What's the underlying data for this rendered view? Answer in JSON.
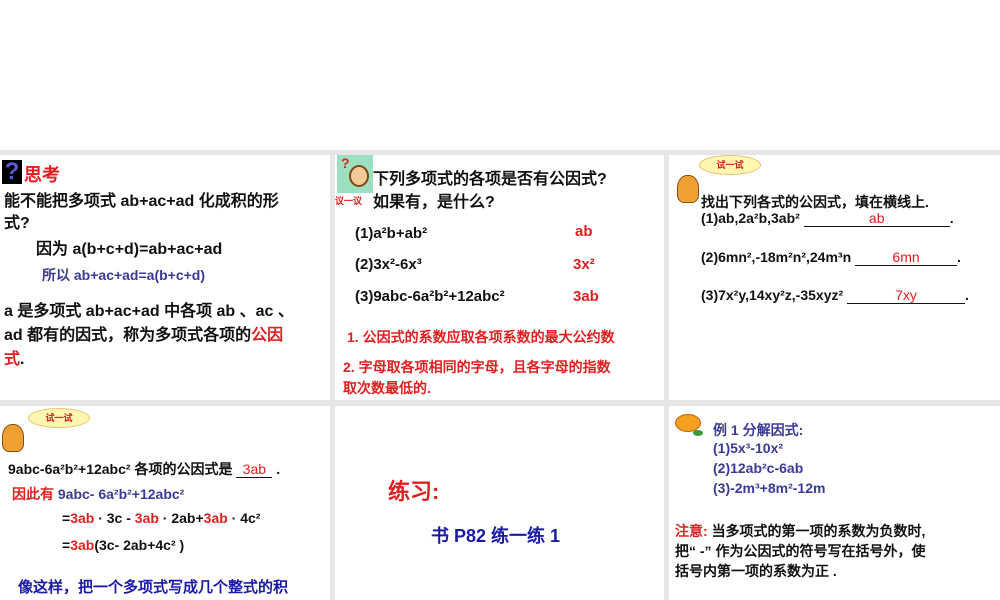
{
  "panel1": {
    "title": "思考",
    "q1": "能不能把多项式 ab+ac+ad 化成积的形",
    "q2": "式?",
    "because": "因为  a(b+c+d)=ab+ac+ad",
    "so": "所以  ab+ac+ad=a(b+c+d)",
    "d1": "a 是多项式 ab+ac+ad 中各项 ab 、ac 、",
    "d2a": "ad 都有的因式，称为多项式各项的",
    "d2b": "公因",
    "d3a": "式",
    "d3b": "."
  },
  "panel2": {
    "badge": "议一议",
    "q1": "下列多项式的各项是否有公因式?",
    "q2": "如果有，是什么?",
    "items": [
      {
        "expr": "(1)a²b+ab²",
        "ans": "ab"
      },
      {
        "expr": "(2)3x²-6x³",
        "ans": "3x²"
      },
      {
        "expr": "(3)9abc-6a²b²+12abc²",
        "ans": "3ab"
      }
    ],
    "rule1": "1. 公因式的系数应取各项系数的最大公约数",
    "rule2a": "2. 字母取各项相同的字母，且各字母的指数",
    "rule2b": "取次数最低的."
  },
  "panel3": {
    "badge": "试一试",
    "instr": "找出下列各式的公因式，填在横线上.",
    "items": [
      {
        "expr": "(1)ab,2a²b,3ab²",
        "ans": "ab"
      },
      {
        "expr": "(2)6mn²,-18m²n²,24m³n",
        "ans": "6mn"
      },
      {
        "expr": "(3)7x²y,14xy²z,-35xyz²",
        "ans": "7xy"
      }
    ],
    "end": "."
  },
  "panel4": {
    "badge": "试一试",
    "l1": "9abc-6a²b²+12abc² 各项的公因式是",
    "l1ans": "3ab",
    "l1end": ".",
    "l2a": "因此有",
    "l2b": "9abc- 6a²b²+12abc²",
    "l3": [
      "=",
      "3ab",
      " · 3c  - ",
      "3ab",
      " · 2ab+",
      "3ab",
      " · 4c²"
    ],
    "l4": [
      "=",
      "3ab",
      "(3c- 2ab+4c² )"
    ],
    "l5": "像这样，把一个多项式写成几个整式的积"
  },
  "panel5": {
    "title": "练习:",
    "ref": "书 P82 练一练 1"
  },
  "panel6": {
    "title": "例 1  分解因式:",
    "items": [
      "(1)5x³-10x²",
      "(2)12ab²c-6ab",
      "(3)-2m³+8m²-12m"
    ],
    "note_label": "注意:",
    "n1": "当多项式的第一项的系数为负数时,",
    "n2": "把“ -” 作为公因式的符号写在括号外，使",
    "n3": "括号内第一项的系数为正 ."
  }
}
